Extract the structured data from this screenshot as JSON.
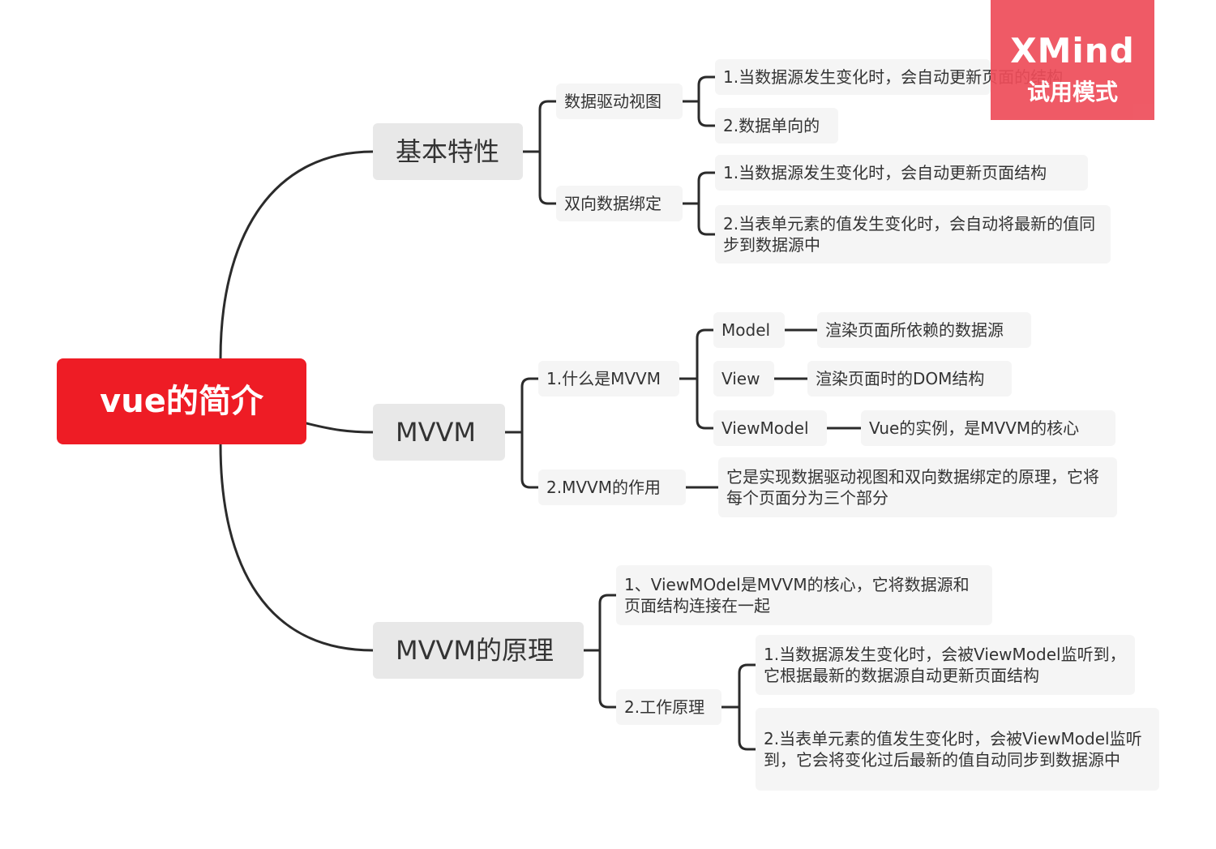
{
  "mindmap": {
    "root": "vue的简介",
    "branches": [
      {
        "label": "基本特性",
        "children": [
          {
            "label": "数据驱动视图",
            "children": [
              "1.当数据源发生变化时，会自动更新页面的结构",
              "2.数据单向的"
            ]
          },
          {
            "label": "双向数据绑定",
            "children": [
              "1.当数据源发生变化时，会自动更新页面结构",
              "2.当表单元素的值发生变化时，会自动将最新的值同步到数据源中"
            ]
          }
        ]
      },
      {
        "label": "MVVM",
        "children": [
          {
            "label": "1.什么是MVVM",
            "children": [
              {
                "label": "Model",
                "detail": "渲染页面所依赖的数据源"
              },
              {
                "label": "View",
                "detail": "渲染页面时的DOM结构"
              },
              {
                "label": "ViewModel",
                "detail": "Vue的实例，是MVVM的核心"
              }
            ]
          },
          {
            "label": "2.MVVM的作用",
            "children": [
              "它是实现数据驱动视图和双向数据绑定的原理，它将每个页面分为三个部分"
            ]
          }
        ]
      },
      {
        "label": "MVVM的原理",
        "children": [
          {
            "label": "1、ViewMOdel是MVVM的核心，它将数据源和页面结构连接在一起"
          },
          {
            "label": "2.工作原理",
            "children": [
              "1.当数据源发生变化时，会被ViewModel监听到，它根据最新的数据源自动更新页面结构",
              "2.当表单元素的值发生变化时，会被ViewModel监听到，它会将变化过后最新的值自动同步到数据源中"
            ]
          }
        ]
      }
    ]
  },
  "watermark": {
    "brand": "XMind",
    "mode": "试用模式"
  },
  "colors": {
    "root_fill": "#ee1c25",
    "main_fill": "#e8e8e8",
    "node_fill": "#f5f5f5",
    "line": "#2b2b2b",
    "watermark_fill": "#ee4d5a"
  }
}
